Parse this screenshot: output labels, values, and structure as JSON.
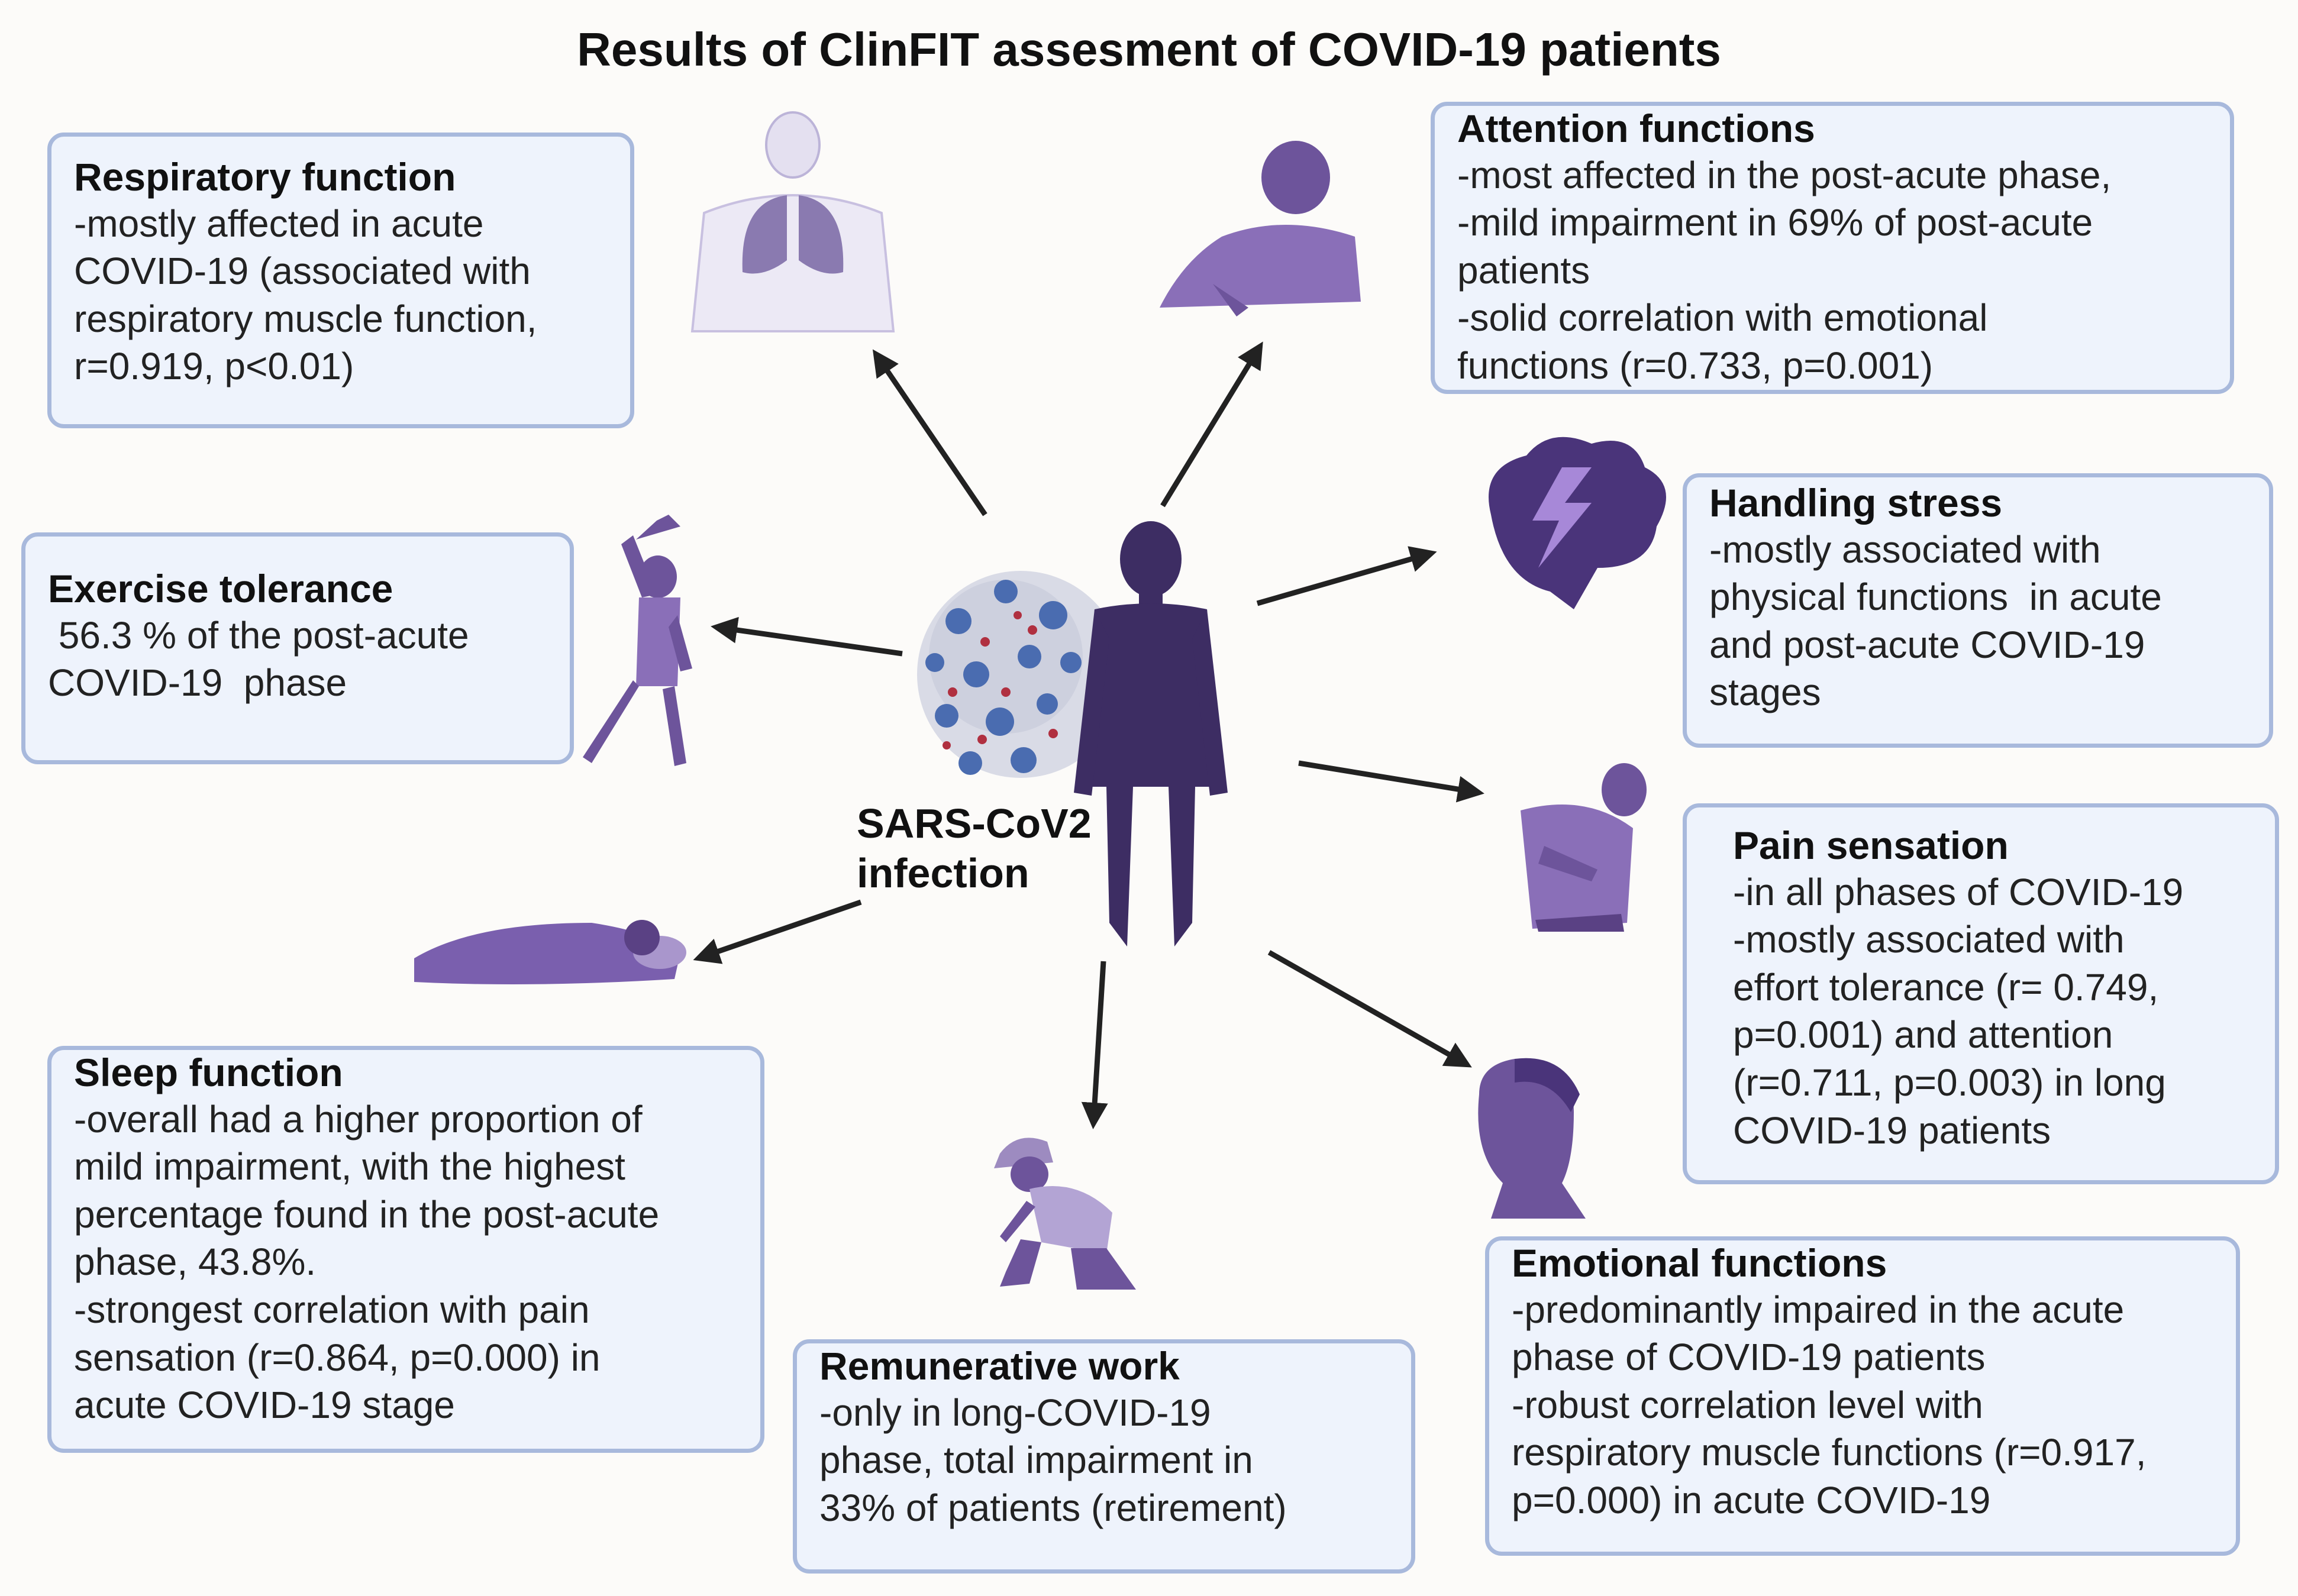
{
  "title": "Results of ClinFIT assesment of COVID-19 patients",
  "center": {
    "label_line1": "SARS-CoV2",
    "label_line2": "infection"
  },
  "colors": {
    "box_bg": "#eef3fc",
    "box_border": "#a8b9dc",
    "figure": "#5a4184",
    "figure_light": "#8c78b8",
    "virus": "#4a6cb0",
    "virus_accent": "#b03040"
  },
  "boxes": {
    "respiratory": {
      "heading": "Respiratory function",
      "lines": [
        "-mostly affected in acute",
        "COVID-19 (associated with",
        "respiratory muscle function,",
        "r=0.919, p<0.01)"
      ],
      "icon": "lungs-torso-icon"
    },
    "attention": {
      "heading": "Attention functions",
      "lines": [
        "-most affected in the post-acute phase,",
        "-mild impairment in 69% of post-acute",
        "patients",
        "-solid correlation with emotional",
        "functions (r=0.733, p=0.001)"
      ],
      "icon": "writing-person-icon"
    },
    "exercise": {
      "heading": "Exercise tolerance",
      "lines": [
        " 56.3 % of the post-acute",
        "COVID-19  phase"
      ],
      "icon": "stretching-woman-icon"
    },
    "stress": {
      "heading": "Handling stress",
      "lines": [
        "-mostly associated with",
        "physical functions  in acute",
        "and post-acute COVID-19",
        "stages"
      ],
      "icon": "brain-lightning-icon"
    },
    "pain": {
      "heading": "Pain sensation",
      "lines": [
        "-in all phases of COVID-19",
        "-mostly associated with",
        "effort tolerance (r= 0.749,",
        "p=0.001) and attention",
        "(r=0.711, p=0.003) in long",
        "COVID-19 patients"
      ],
      "icon": "abdominal-pain-person-icon"
    },
    "sleep": {
      "heading": "Sleep function",
      "lines": [
        "-overall had a higher proportion of",
        "mild impairment, with the highest",
        "percentage found in the post-acute",
        "phase, 43.8%.",
        "-strongest correlation with pain",
        "sensation (r=0.864, p=0.000) in",
        "acute COVID-19 stage"
      ],
      "icon": "sleeping-person-icon"
    },
    "work": {
      "heading": "Remunerative work",
      "lines": [
        "-only in long-COVID-19",
        "phase, total impairment in",
        "33% of patients (retirement)"
      ],
      "icon": "kneeling-worker-icon"
    },
    "emotional": {
      "heading": "Emotional functions",
      "lines": [
        "-predominantly impaired in the acute",
        "phase of COVID-19 patients",
        "-robust correlation level with",
        "respiratory muscle functions (r=0.917,",
        "p=0.000) in acute COVID-19"
      ],
      "icon": "sad-face-profile-icon"
    }
  }
}
